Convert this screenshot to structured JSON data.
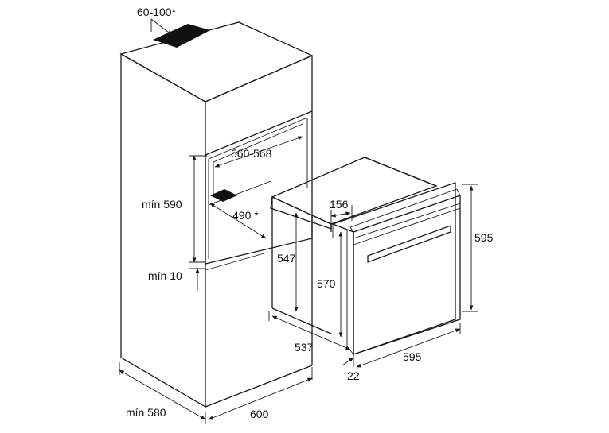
{
  "dimensions": {
    "vent_gap": "60-100*",
    "niche_width": "560-568",
    "niche_height": "mín 590",
    "floor_vent": "490 *",
    "floor_gap": "mín 10",
    "cabinet_depth": "mín 580",
    "cabinet_width": "600",
    "oven_depth_top": "156",
    "oven_body_height": "547",
    "oven_inner_height": "570",
    "oven_depth": "537",
    "oven_front_offset": "22",
    "oven_width": "595",
    "oven_height": "595"
  },
  "colors": {
    "line": "#1a1a1a",
    "vent_fill": "#111111"
  }
}
